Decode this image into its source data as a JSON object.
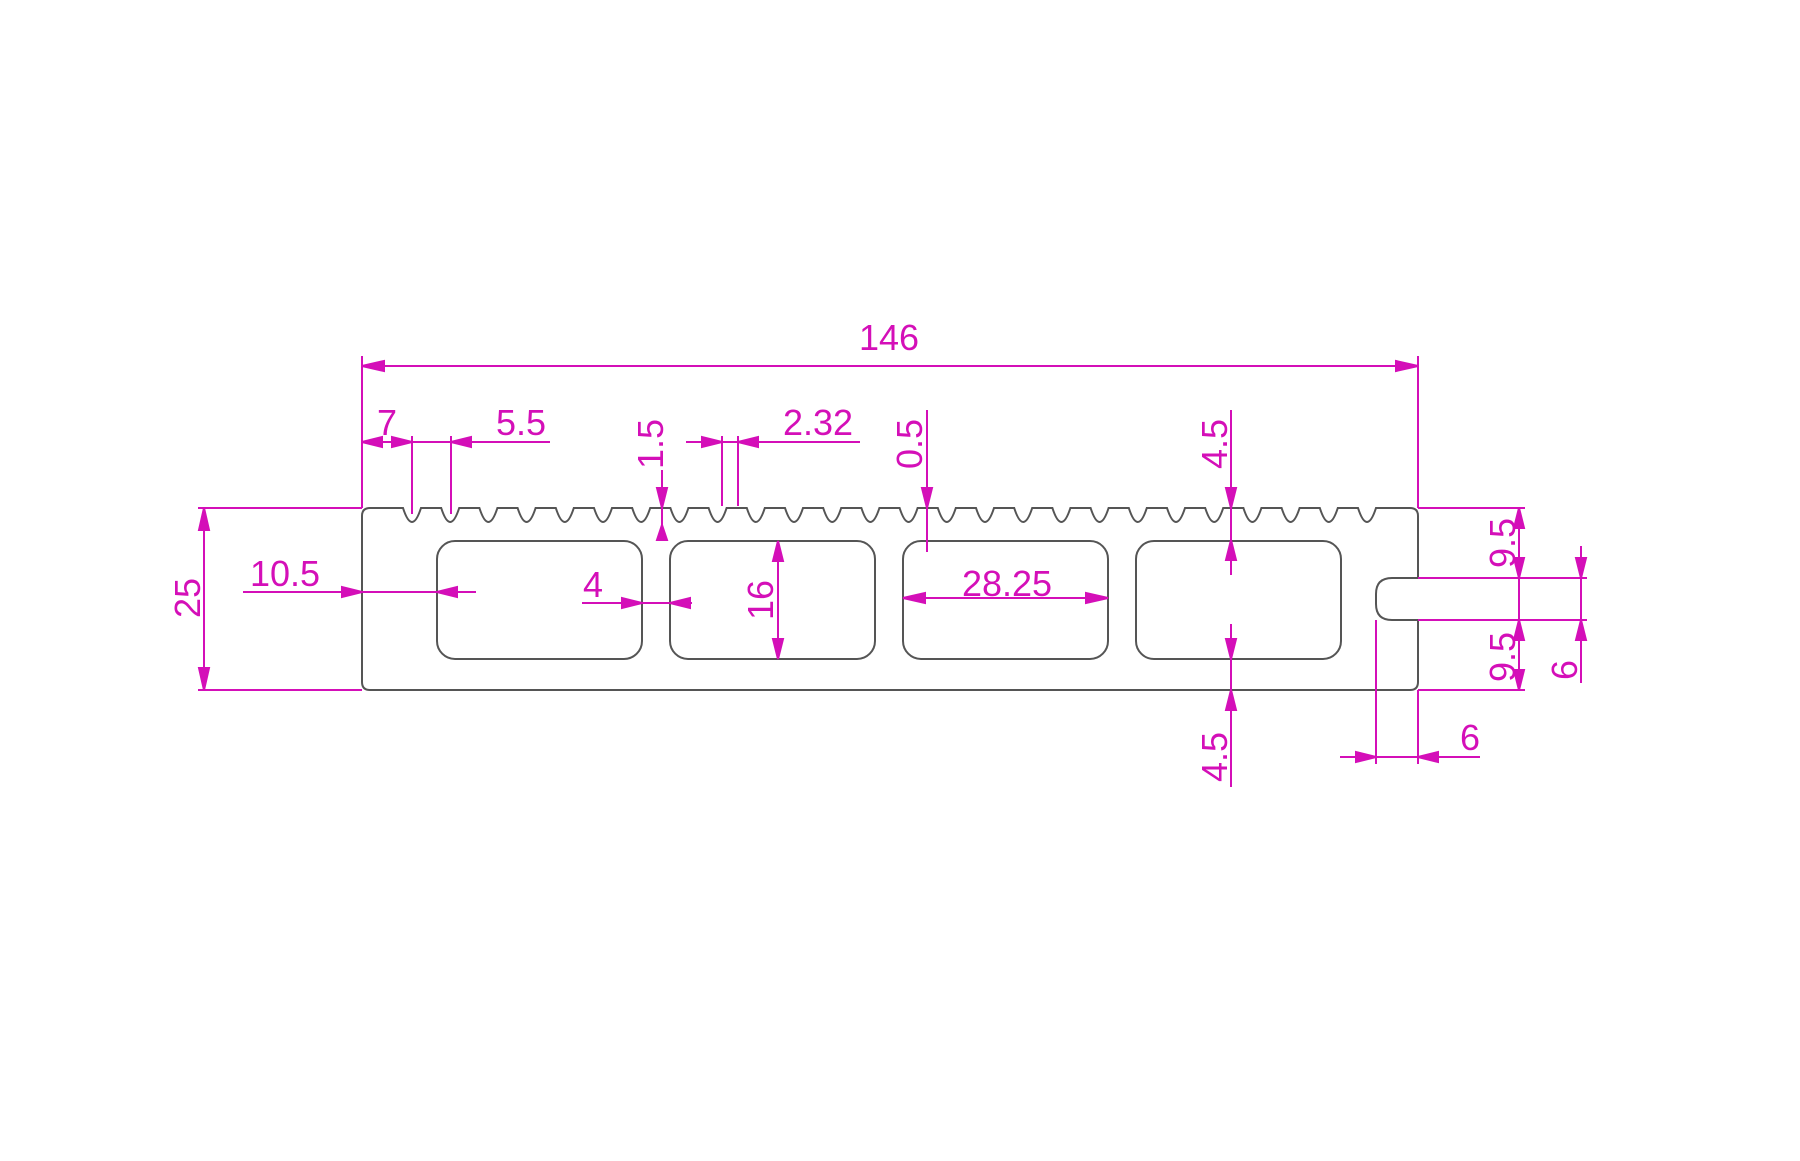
{
  "drawing": {
    "colors": {
      "background": "#ffffff",
      "profile": "#555555",
      "dimension": "#d40fb8"
    },
    "dimensions": {
      "overall_width": "146",
      "edge_offset": "7",
      "groove_pitch": "5.5",
      "groove_depth": "1.5",
      "groove_width": "2.32",
      "tip_offset": "0.5",
      "top_wall": "4.5",
      "overall_height": "25",
      "side_wall": "10.5",
      "web_thickness": "4",
      "cavity_height": "16",
      "cavity_width": "28.25",
      "upper_lip": "9.5",
      "lower_lip": "9.5",
      "slot_height": "6",
      "bottom_wall": "4.5",
      "slot_depth": "6"
    }
  }
}
